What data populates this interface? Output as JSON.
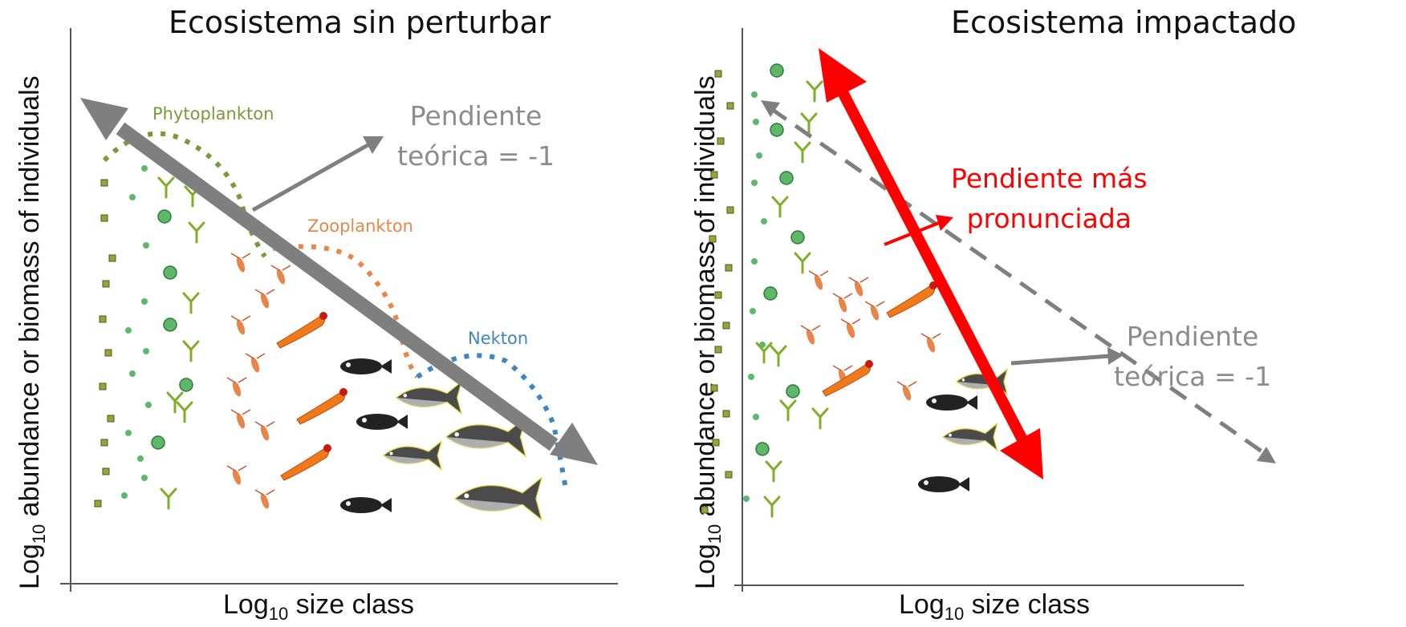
{
  "left": {
    "title": "Ecosistema sin perturbar",
    "ylabel_pre": "Log",
    "ylabel_sub": "10",
    "ylabel_post": " abundance or biomass of individuals",
    "xlabel_pre": "Log",
    "xlabel_sub": "10",
    "xlabel_post": " size class",
    "groups": {
      "phyto": "Phytoplankton",
      "zoo": "Zooplankton",
      "nekton": "Nekton"
    },
    "note": {
      "line1": "Pendiente",
      "line2": "teórica = -1"
    }
  },
  "right": {
    "title": "Ecosistema impactado",
    "ylabel_pre": "Log",
    "ylabel_sub": "10",
    "ylabel_post": " abundance or biomass of individuals",
    "xlabel_pre": "Log",
    "xlabel_sub": "10",
    "xlabel_post": " size class",
    "note_red": {
      "line1": "Pendiente más",
      "line2": "pronunciada"
    },
    "note_grey": {
      "line1": "Pendiente",
      "line2": "teórica = -1"
    }
  },
  "colors": {
    "phyto": "#7a9a3a",
    "zoo": "#e8864a",
    "nekton": "#3d86c0",
    "grey_arrow": "#7f7f7f",
    "red_arrow": "#ff0000",
    "note_grey": "#8c8c8c",
    "note_red": "#ff0000"
  }
}
